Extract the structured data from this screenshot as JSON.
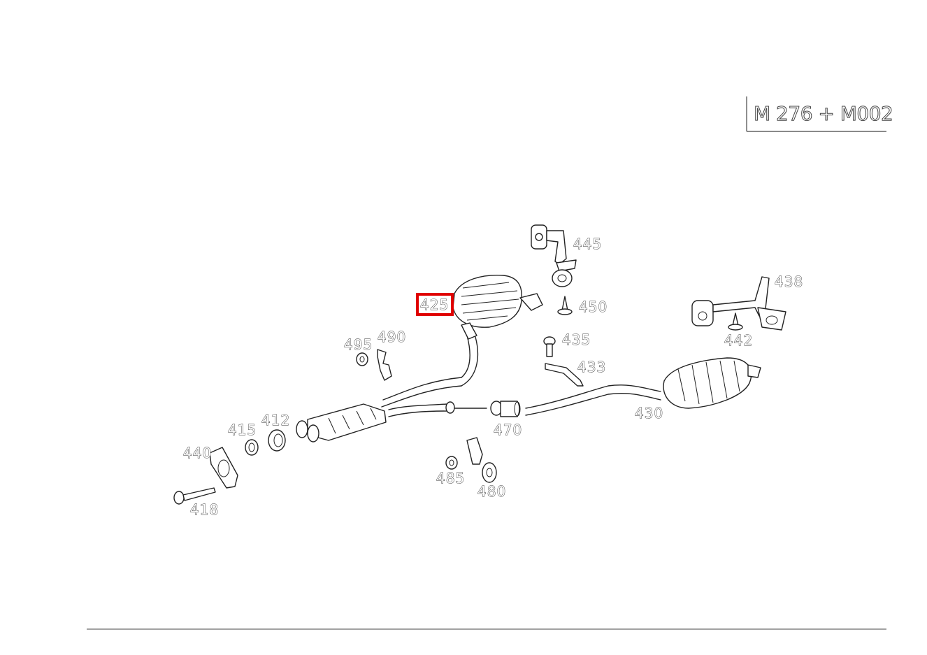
{
  "variant_label": "M 276 + M002",
  "highlighted_part": "425",
  "parts": {
    "p445": "445",
    "p438": "438",
    "p425": "425",
    "p450": "450",
    "p442": "442",
    "p435": "435",
    "p495": "495",
    "p490": "490",
    "p433": "433",
    "p412": "412",
    "p415": "415",
    "p430": "430",
    "p470": "470",
    "p440": "440",
    "p485": "485",
    "p480": "480",
    "p418": "418"
  },
  "colors": {
    "highlight": "#e00000",
    "line": "#222222"
  }
}
